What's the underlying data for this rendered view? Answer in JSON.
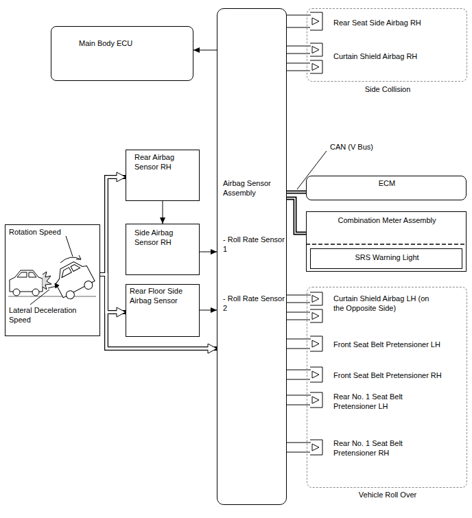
{
  "diagram": {
    "nodes": [
      {
        "text": [
          "Main Body ECU"
        ]
      },
      {
        "text": [
          "Side Collision"
        ]
      },
      {
        "text": [
          "Rear Seat Side Airbag RH"
        ],
        "in": 1
      },
      {
        "text": [
          "Curtain Shield Airbag RH"
        ],
        "in": 1
      },
      {
        "text": [
          "Airbag Sensor Assembly",
          "- Roll Rate Sensor 1",
          "- Roll Rate Sensor 2"
        ]
      },
      {
        "text": [
          "Rotation Speed",
          "Lateral Deceleration Speed"
        ]
      },
      {
        "text": [
          "Rear Airbag Sensor RH"
        ]
      },
      {
        "text": [
          "Side Airbag Sensor RH"
        ]
      },
      {
        "text": [
          "Rear Floor Side Airbag Sensor"
        ]
      },
      {
        "text": [
          "ECM"
        ]
      },
      {
        "text": [
          "Combination Meter Assembly"
        ]
      },
      {
        "text": [
          "SRS Warning Light"
        ],
        "in": 10
      },
      {
        "text": [
          "Vehicle Roll Over"
        ]
      },
      {
        "text": [
          "Curtain Shield Airbag LH (on the Opposite Side)"
        ],
        "in": 12
      },
      {
        "text": [
          "Front Seat Belt Pretensioner LH"
        ],
        "in": 12
      },
      {
        "text": [
          "Front Seat Belt Pretensioner RH"
        ],
        "in": 12
      },
      {
        "text": [
          "Rear No. 1 Seat Belt Pretensioner LH"
        ],
        "in": 12
      },
      {
        "text": [
          "Rear No. 1 Seat Belt Pretensioner RH"
        ],
        "in": 12
      }
    ],
    "edges": [
      {
        "from": 4,
        "to": 0,
        "arrow": "to"
      },
      {
        "from": 4,
        "to": 2,
        "arrow": "none"
      },
      {
        "from": 4,
        "to": 3,
        "arrow": "none"
      },
      {
        "from": 5,
        "to": 6,
        "arrow": "to"
      },
      {
        "from": 5,
        "to": 8,
        "arrow": "to"
      },
      {
        "from": 5,
        "to": 4,
        "arrow": "to"
      },
      {
        "from": 6,
        "to": 7,
        "arrow": "to"
      },
      {
        "from": 7,
        "to": 4,
        "arrow": "to"
      },
      {
        "from": 8,
        "to": 4,
        "arrow": "to"
      },
      {
        "from": 4,
        "to": 9,
        "arrow": "none"
      },
      {
        "from": 4,
        "to": 10,
        "arrow": "none"
      },
      {
        "from": 4,
        "to": 13,
        "arrow": "none"
      },
      {
        "from": 4,
        "to": 14,
        "arrow": "none"
      },
      {
        "from": 4,
        "to": 15,
        "arrow": "none"
      },
      {
        "from": 4,
        "to": 16,
        "arrow": "none"
      },
      {
        "from": 4,
        "to": 17,
        "arrow": "none"
      }
    ],
    "labels": [
      "CAN (V Bus)"
    ]
  }
}
